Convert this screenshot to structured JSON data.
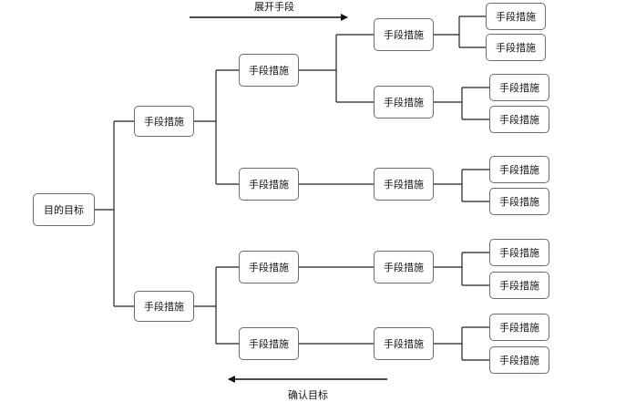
{
  "diagram": {
    "top_caption": "展开手段",
    "bottom_caption": "确认目标",
    "root": {
      "label": "目的目标",
      "children": [
        {
          "label": "手段措施",
          "children": [
            {
              "label": "手段措施",
              "children": [
                {
                  "label": "手段措施",
                  "children": [
                    {
                      "label": "手段措施"
                    },
                    {
                      "label": "手段措施"
                    }
                  ]
                },
                {
                  "label": "手段措施",
                  "children": [
                    {
                      "label": "手段措施"
                    },
                    {
                      "label": "手段措施"
                    }
                  ]
                }
              ]
            },
            {
              "label": "手段措施",
              "children": [
                {
                  "label": "手段措施",
                  "children": [
                    {
                      "label": "手段措施"
                    },
                    {
                      "label": "手段措施"
                    }
                  ]
                }
              ]
            }
          ]
        },
        {
          "label": "手段措施",
          "children": [
            {
              "label": "手段措施",
              "children": [
                {
                  "label": "手段措施",
                  "children": [
                    {
                      "label": "手段措施"
                    },
                    {
                      "label": "手段措施"
                    }
                  ]
                }
              ]
            },
            {
              "label": "手段措施",
              "children": [
                {
                  "label": "手段措施",
                  "children": [
                    {
                      "label": "手段措施"
                    },
                    {
                      "label": "手段措施"
                    }
                  ]
                }
              ]
            }
          ]
        }
      ]
    }
  }
}
